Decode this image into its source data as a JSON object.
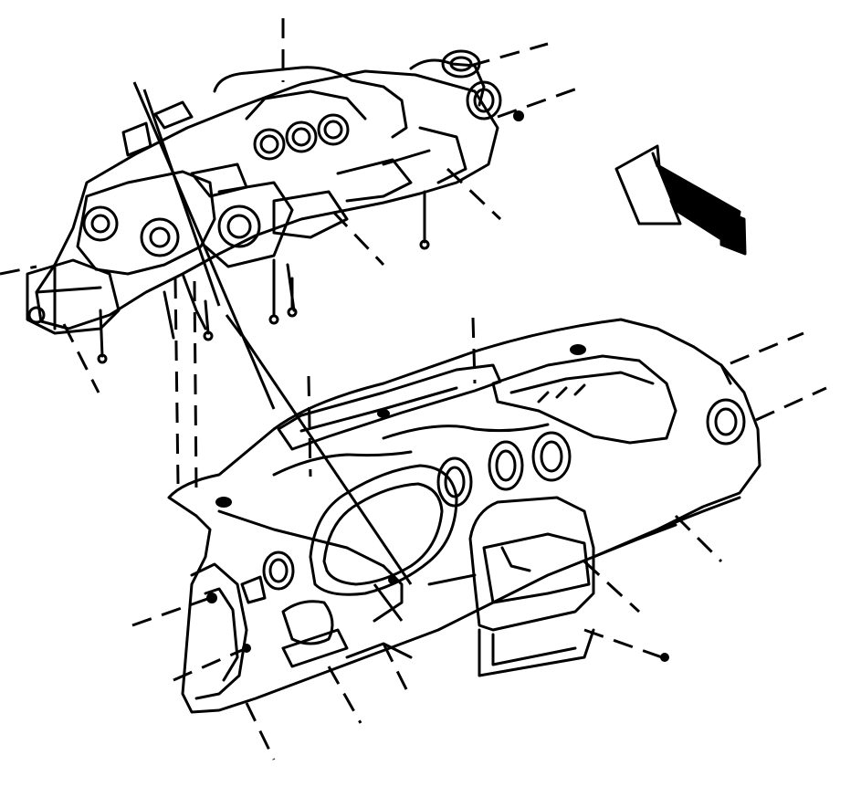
{
  "diagram": {
    "colors": {
      "line": "#000000",
      "background": "#ffffff"
    },
    "parts": [
      {
        "id": "crossbar",
        "name": "instrument-panel-carrier"
      },
      {
        "id": "panel",
        "name": "instrument-panel-trim"
      },
      {
        "id": "arrow",
        "name": "front-direction-arrow"
      }
    ],
    "fastener_count": 20
  }
}
